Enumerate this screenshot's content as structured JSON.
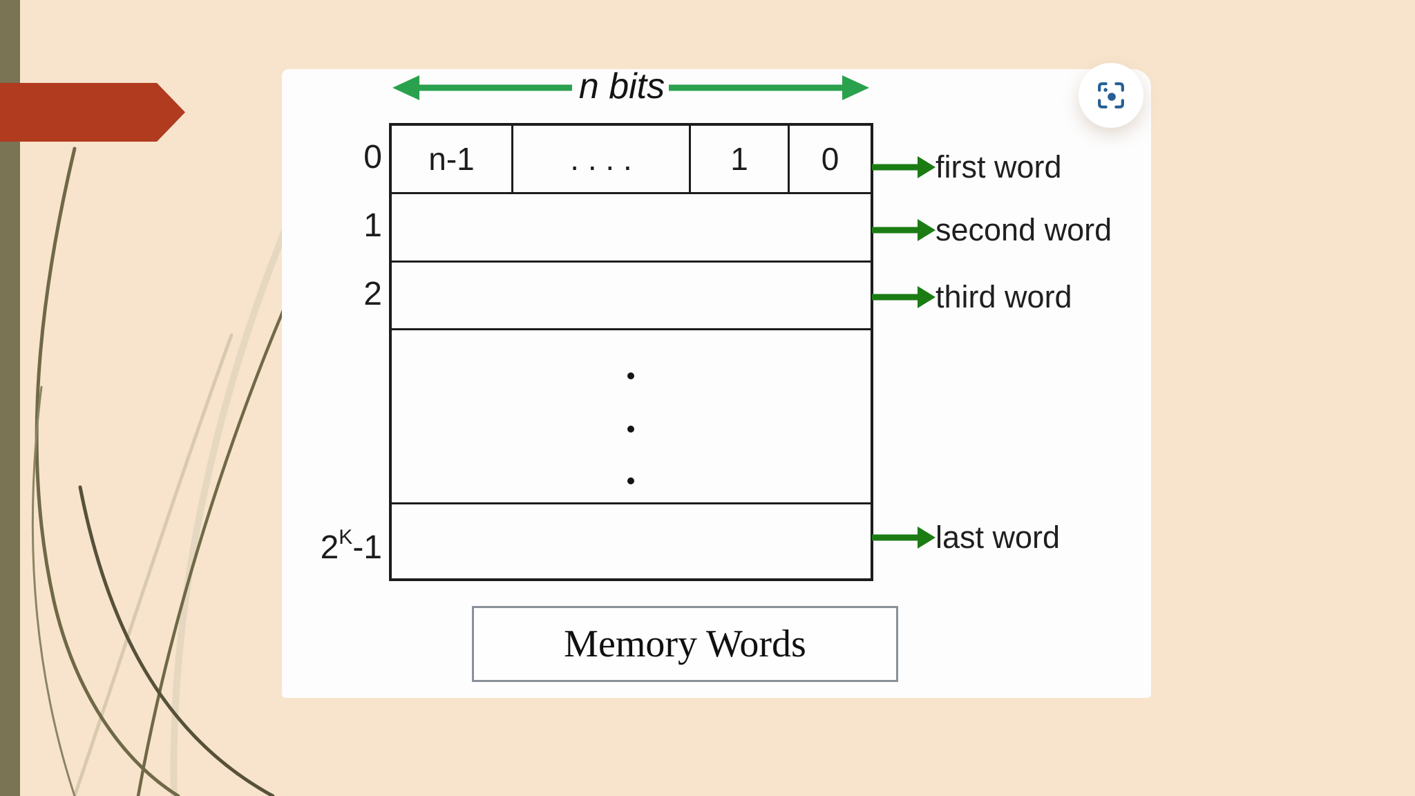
{
  "slide": {
    "colors": {
      "background": "#f8e4cd",
      "left_stripe": "#7a7354",
      "banner_red": "#b03b1f",
      "panel_white": "#fdfdfd",
      "bits_arrow_green": "#2aa14d",
      "word_arrow_green": "#1b7c14",
      "diagram_ink": "#1c1c1c",
      "caption_border_gray": "#8a9097",
      "lens_icon_blue": "#255e93",
      "swirl_dark_olive": "#6f6947",
      "swirl_light_tan": "#e6d8c0"
    },
    "icons": {
      "lens": "google-lens-icon"
    }
  },
  "diagram": {
    "bits_label": "n bits",
    "header_cells": [
      "n-1",
      ". . . .",
      "1",
      "0"
    ],
    "row_labels": [
      "0",
      "1",
      "2"
    ],
    "last_row_label": {
      "base": "2",
      "sup": "K",
      "suffix": "-1"
    },
    "vertical_dots": [
      ".",
      ".",
      "."
    ],
    "word_labels": [
      "first word",
      "second word",
      "third word",
      "last word"
    ],
    "caption": "Memory Words"
  }
}
